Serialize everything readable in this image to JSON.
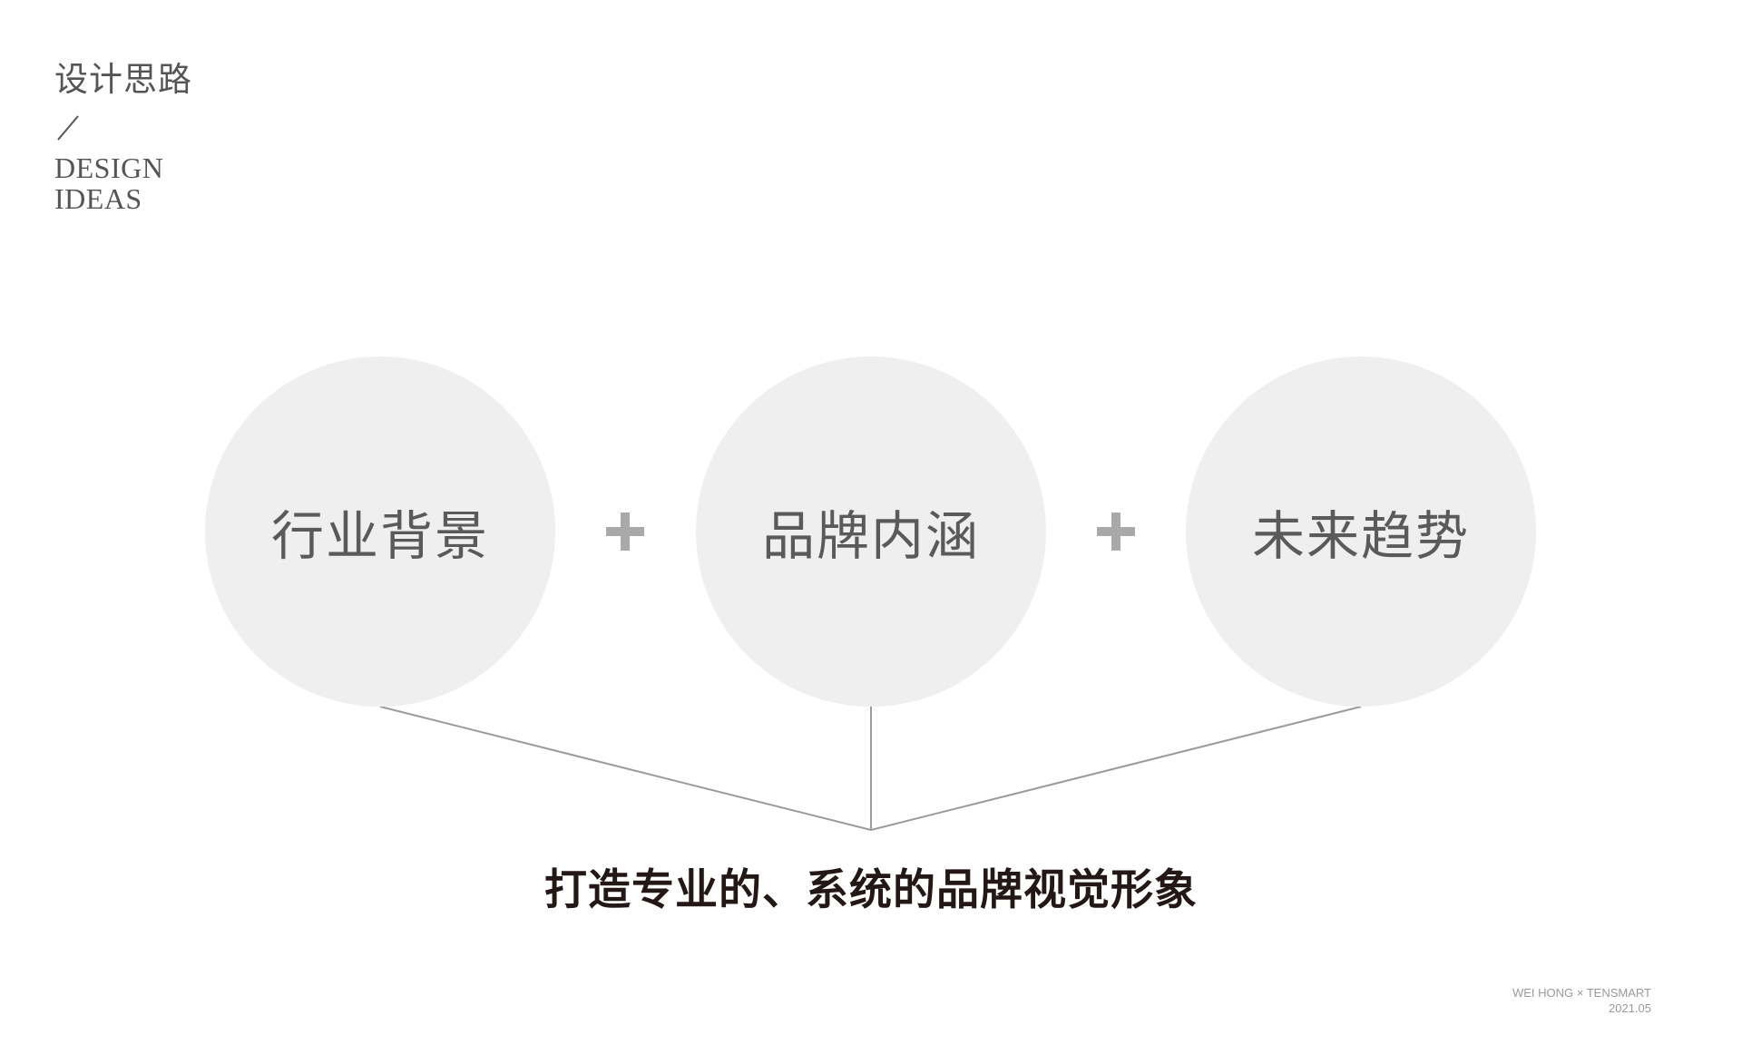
{
  "header": {
    "title_cn": "设计思路",
    "title_en_line1": "DESIGN",
    "title_en_line2": "IDEAS"
  },
  "diagram": {
    "nodes": [
      {
        "label": "行业背景"
      },
      {
        "label": "品牌内涵"
      },
      {
        "label": "未来趋势"
      }
    ],
    "result": "打造专业的、系统的品牌视觉形象"
  },
  "footer": {
    "credit": "WEI HONG × TENSMART",
    "date": "2021.05"
  },
  "colors": {
    "circle_fill": "#efefef",
    "plus": "#a9a9a9",
    "connector": "#9b9b9b",
    "title": "#555555",
    "result_text": "#231815"
  }
}
